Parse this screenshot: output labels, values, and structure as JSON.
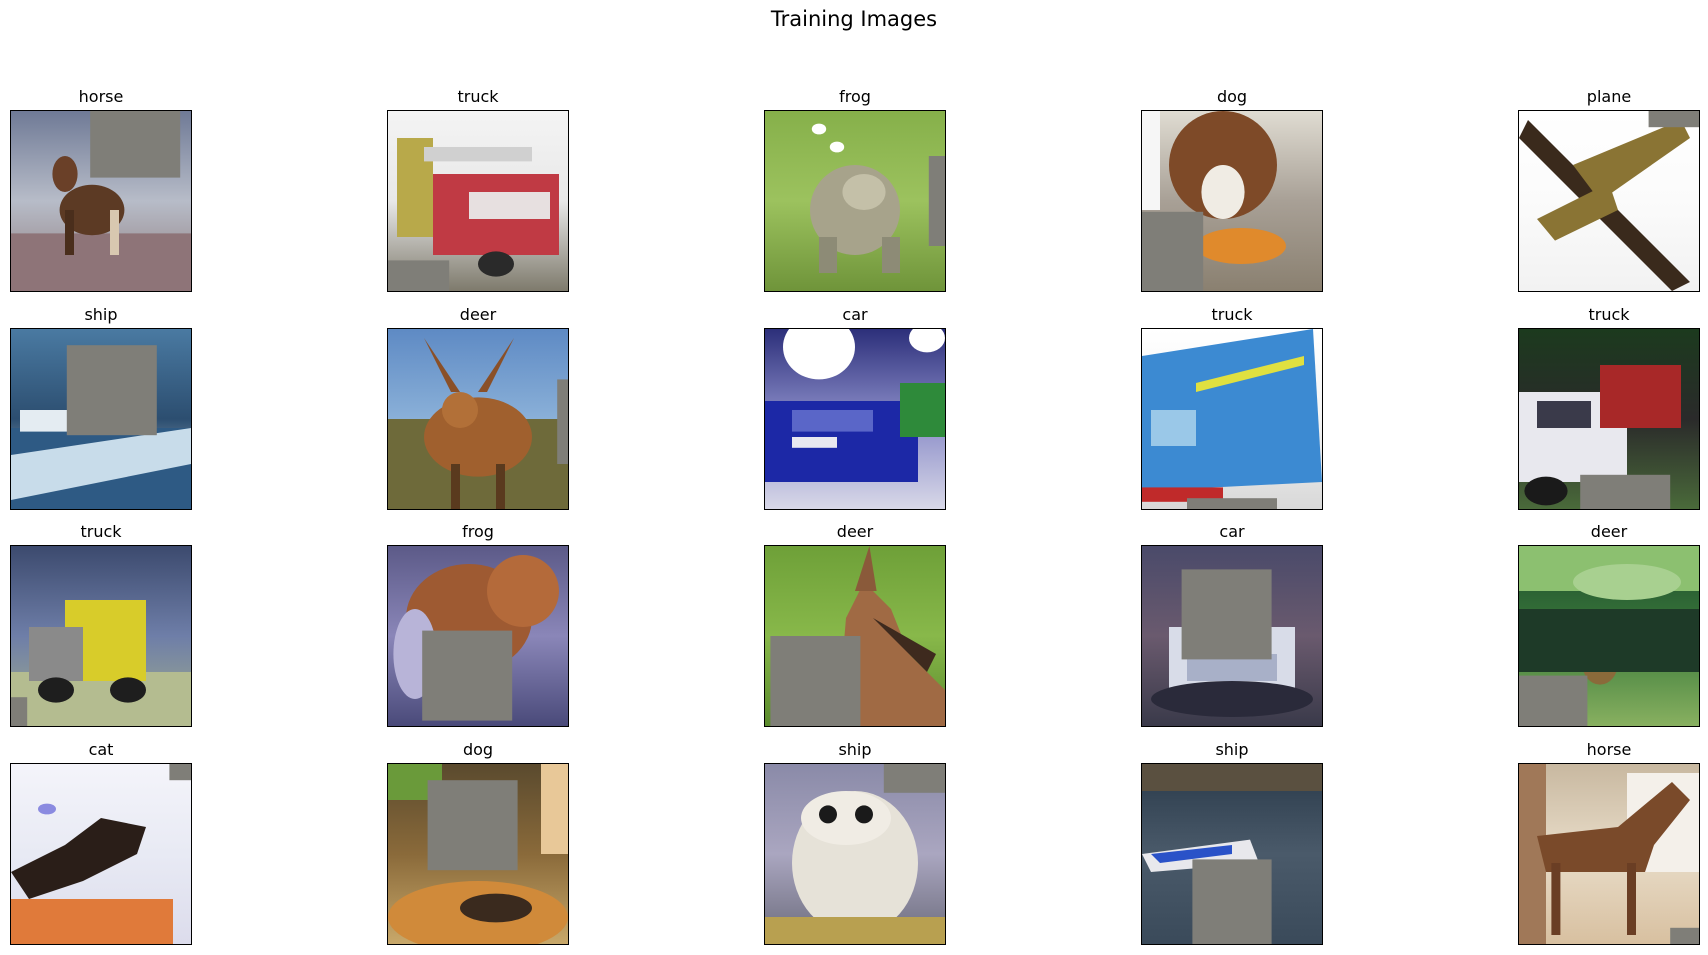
{
  "figure": {
    "title": "Training Images"
  },
  "colors": {
    "background": "#ffffff",
    "text": "#000000",
    "cutout_patch": "#7f7e78",
    "frame": "#000000"
  },
  "panels": [
    {
      "label": "horse",
      "scene": "horse",
      "cutout": [
        0.44,
        0.0,
        0.5,
        0.37
      ]
    },
    {
      "label": "truck",
      "scene": "truck_red",
      "cutout": [
        0.0,
        0.83,
        0.34,
        0.17
      ]
    },
    {
      "label": "frog",
      "scene": "frog",
      "cutout": [
        0.91,
        0.25,
        0.09,
        0.5
      ]
    },
    {
      "label": "dog",
      "scene": "dog_brown",
      "cutout": [
        0.0,
        0.56,
        0.34,
        0.44
      ]
    },
    {
      "label": "plane",
      "scene": "plane",
      "cutout": [
        0.72,
        0.0,
        0.28,
        0.09
      ]
    },
    {
      "label": "ship",
      "scene": "ship_sea",
      "cutout": [
        0.31,
        0.09,
        0.5,
        0.5
      ]
    },
    {
      "label": "deer",
      "scene": "deer_antlers",
      "cutout": [
        0.94,
        0.28,
        0.06,
        0.47
      ]
    },
    {
      "label": "car",
      "scene": "car_blue",
      "cutout": null
    },
    {
      "label": "truck",
      "scene": "truck_blue",
      "cutout": [
        0.25,
        0.94,
        0.5,
        0.06
      ]
    },
    {
      "label": "truck",
      "scene": "truck_dark",
      "cutout": [
        0.34,
        0.81,
        0.5,
        0.19
      ]
    },
    {
      "label": "truck",
      "scene": "truck_yellow",
      "cutout": [
        0.0,
        0.84,
        0.09,
        0.16
      ]
    },
    {
      "label": "frog",
      "scene": "frog_brown",
      "cutout": [
        0.19,
        0.47,
        0.5,
        0.5
      ]
    },
    {
      "label": "deer",
      "scene": "deer_head",
      "cutout": [
        0.03,
        0.5,
        0.5,
        0.5
      ]
    },
    {
      "label": "car",
      "scene": "car_white",
      "cutout": [
        0.22,
        0.13,
        0.5,
        0.5
      ]
    },
    {
      "label": "deer",
      "scene": "deer_forest",
      "cutout": [
        0.0,
        0.72,
        0.38,
        0.28
      ]
    },
    {
      "label": "cat",
      "scene": "cat",
      "cutout": [
        0.88,
        0.0,
        0.12,
        0.09
      ]
    },
    {
      "label": "dog",
      "scene": "dog_orange",
      "cutout": [
        0.22,
        0.09,
        0.5,
        0.5
      ]
    },
    {
      "label": "ship",
      "scene": "ship_boat",
      "cutout": [
        0.66,
        0.0,
        0.34,
        0.16
      ]
    },
    {
      "label": "ship",
      "scene": "ship_speedboat",
      "cutout": [
        0.28,
        0.53,
        0.44,
        0.47
      ]
    },
    {
      "label": "horse",
      "scene": "horse_brown",
      "cutout": [
        0.84,
        0.91,
        0.16,
        0.09
      ]
    }
  ]
}
